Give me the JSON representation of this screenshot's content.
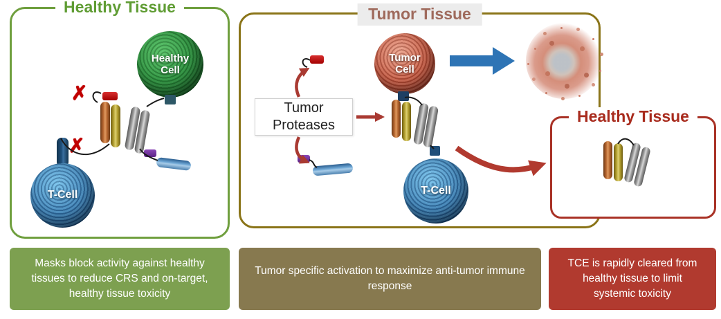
{
  "panels": {
    "healthy_left": {
      "title": "Healthy Tissue",
      "healthy_cell_label": "Healthy\nCell",
      "t_cell_label": "T-Cell"
    },
    "tumor": {
      "title": "Tumor Tissue",
      "proteases_label": "Tumor\nProteases",
      "tumor_cell_label": "Tumor\nCell",
      "t_cell_label": "T-Cell"
    },
    "healthy_right": {
      "title": "Healthy Tissue"
    }
  },
  "captions": {
    "healthy_left": "Masks block activity against healthy tissues to reduce CRS and on-target, healthy tissue toxicity",
    "tumor": "Tumor specific activation to maximize anti-tumor immune response",
    "healthy_right": "TCE is rapidly cleared from healthy tissue to limit systemic toxicity"
  },
  "icons": {
    "blocked_x": "✗"
  },
  "colors": {
    "healthy_green_border": "#6f9f3e",
    "tumor_gold_border": "#8a7418",
    "alert_red_border": "#a93226",
    "caption_green": "#7da050",
    "caption_olive": "#87794f",
    "caption_red": "#b13a2f",
    "arrow_blue": "#2e74b5",
    "arrow_red": "#a93a32",
    "mask_red": "#c00000",
    "mask_purple": "#7030a0"
  }
}
